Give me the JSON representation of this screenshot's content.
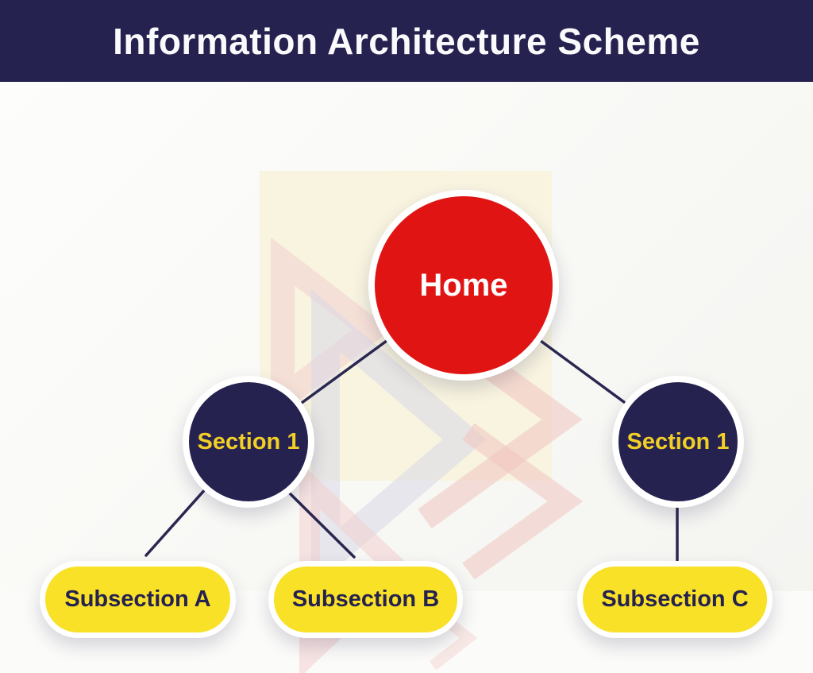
{
  "header": {
    "title": "Information Architecture Scheme"
  },
  "theme": {
    "navy": "#262250",
    "red": "#e11414",
    "yellow": "#f9e127",
    "yellow_text": "#f2cf26",
    "line": "#2a2750",
    "cream": "#f8f4e0",
    "bg": "#fbfbf9",
    "white": "#ffffff"
  },
  "diagram": {
    "nodes": {
      "home": {
        "label": "Home",
        "shape": "circle",
        "fill": "#e11414",
        "text_color": "#ffffff"
      },
      "section_left": {
        "label": "Section 1",
        "shape": "circle",
        "fill": "#262250",
        "text_color": "#f2cf26"
      },
      "section_right": {
        "label": "Section 1",
        "shape": "circle",
        "fill": "#262250",
        "text_color": "#f2cf26"
      },
      "subsection_a": {
        "label": "Subsection A",
        "shape": "pill",
        "fill": "#f9e127",
        "text_color": "#262250"
      },
      "subsection_b": {
        "label": "Subsection B",
        "shape": "pill",
        "fill": "#f9e127",
        "text_color": "#262250"
      },
      "subsection_c": {
        "label": "Subsection C",
        "shape": "pill",
        "fill": "#f9e127",
        "text_color": "#262250"
      }
    },
    "edges": [
      {
        "from": "home",
        "to": "section_left"
      },
      {
        "from": "home",
        "to": "section_right"
      },
      {
        "from": "section_left",
        "to": "subsection_a"
      },
      {
        "from": "section_left",
        "to": "subsection_b"
      },
      {
        "from": "section_right",
        "to": "subsection_c"
      }
    ],
    "watermark": "brand-logo-watermark"
  }
}
